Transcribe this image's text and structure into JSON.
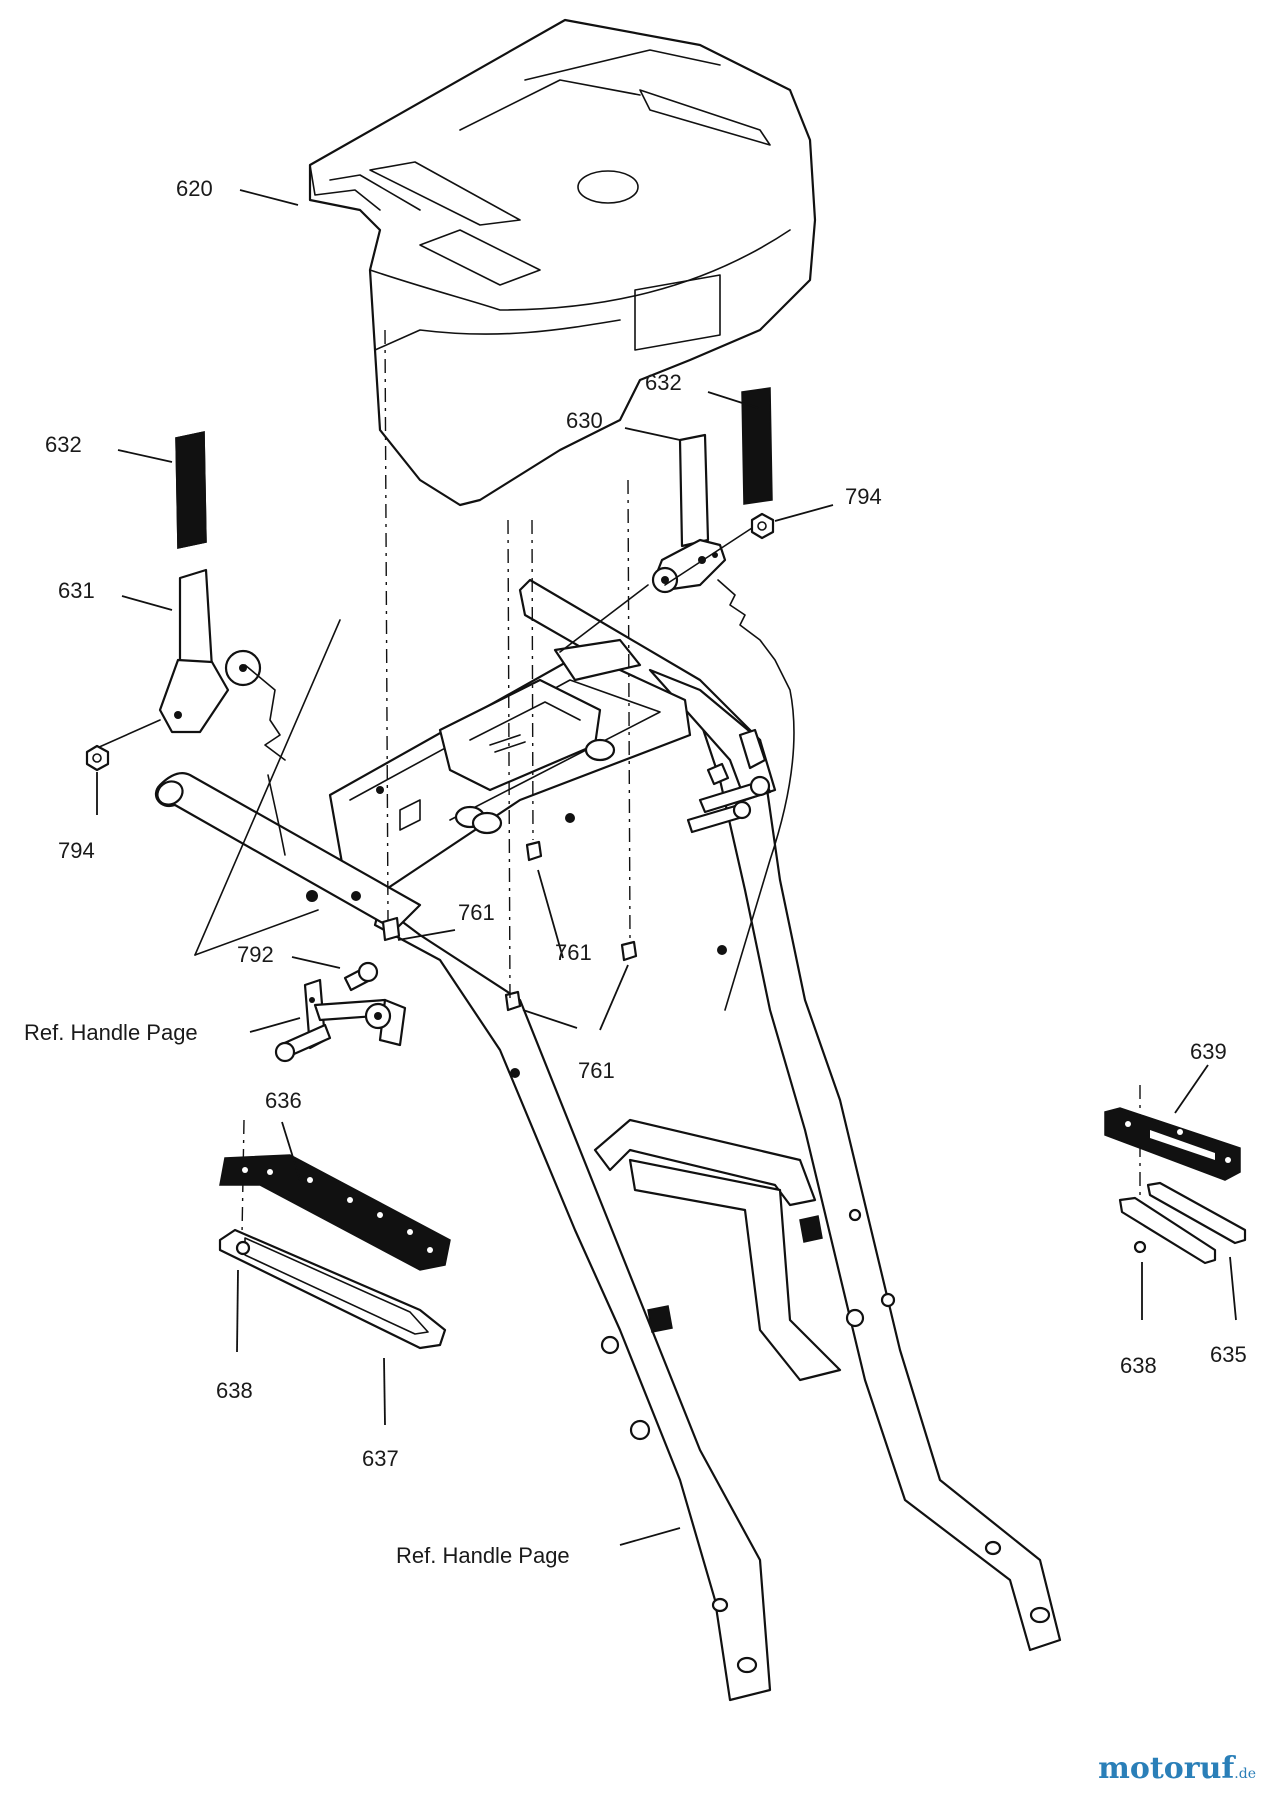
{
  "labels": {
    "l620": "620",
    "l632a": "632",
    "l632b": "632",
    "l630": "630",
    "l631": "631",
    "l794a": "794",
    "l794b": "794",
    "l792": "792",
    "l761a": "761",
    "l761b": "761",
    "l761c": "761",
    "ref_handle_1": "Ref. Handle Page",
    "ref_handle_2": "Ref. Handle Page",
    "l636": "636",
    "l637": "637",
    "l638a": "638",
    "l638b": "638",
    "l639": "639",
    "l635": "635"
  },
  "watermark": {
    "brand": "motoruf",
    "tld": ".de",
    "color": "#2a7fb8"
  }
}
